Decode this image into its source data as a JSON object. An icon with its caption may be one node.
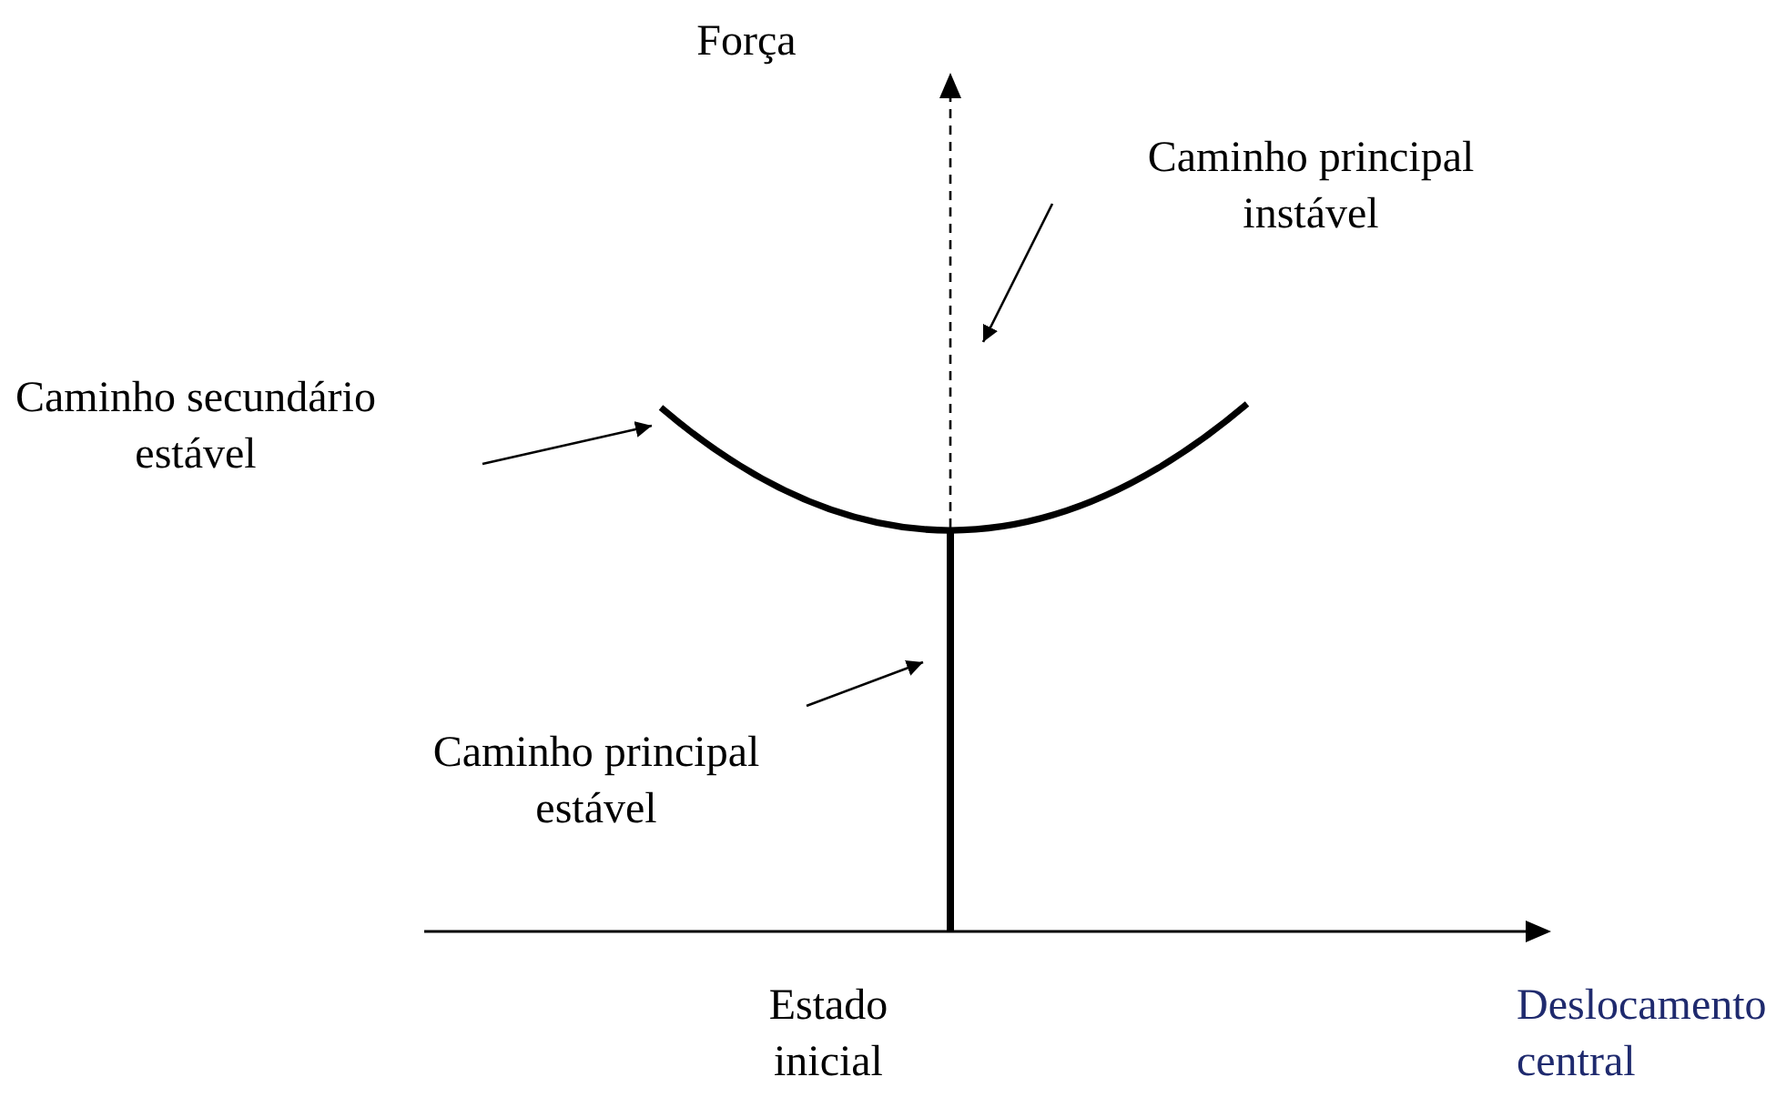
{
  "diagram": {
    "nodes": [
      {
        "text": [
          "Caminho principal instável"
        ]
      },
      {
        "text": [],
        "shape": "line"
      },
      {
        "text": [
          "Caminho secundário estável"
        ]
      },
      {
        "text": [],
        "shape": "curve"
      },
      {
        "text": [
          "Caminho principal estável"
        ]
      },
      {
        "text": [],
        "shape": "line"
      }
    ],
    "edges": [
      {
        "from": 0,
        "to": 1,
        "arrow": "to"
      },
      {
        "from": 2,
        "to": 3,
        "arrow": "to"
      },
      {
        "from": 4,
        "to": 5,
        "arrow": "to"
      }
    ],
    "labels": [
      "Força",
      "Estado inicial",
      "Deslocamento central"
    ]
  }
}
